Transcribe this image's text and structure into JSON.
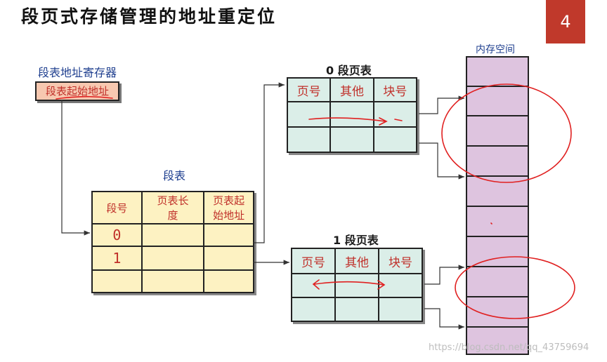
{
  "title": "段页式存储管理的地址重定位",
  "page_number": "4",
  "register": {
    "label": "段表地址寄存器",
    "box_text": "段表起始地址"
  },
  "segment_table": {
    "title": "段表",
    "headers": [
      "段号",
      "页表长度",
      "页表起始地址"
    ],
    "header_lines": [
      [
        "段号"
      ],
      [
        "页表长",
        "度"
      ],
      [
        "页表起",
        "始地址"
      ]
    ],
    "rows": [
      [
        "0",
        "",
        ""
      ],
      [
        "1",
        "",
        ""
      ],
      [
        "",
        "",
        ""
      ]
    ]
  },
  "page_table_0": {
    "title": "0 段页表",
    "headers": [
      "页号",
      "其他",
      "块号"
    ]
  },
  "page_table_1": {
    "title": "1 段页表",
    "headers": [
      "页号",
      "其他",
      "块号"
    ]
  },
  "memory": {
    "title": "内存空间"
  },
  "watermark": "https://blog.csdn.net/qq_43759694",
  "colors": {
    "accent": "#c0392b",
    "label_blue": "#1f3f8f",
    "table_red": "#c0302a",
    "segment_fill": "#fdf2c2",
    "page_fill": "#dbeee8",
    "memory_fill": "#dec4df",
    "register_fill": "#f7c8b0"
  }
}
